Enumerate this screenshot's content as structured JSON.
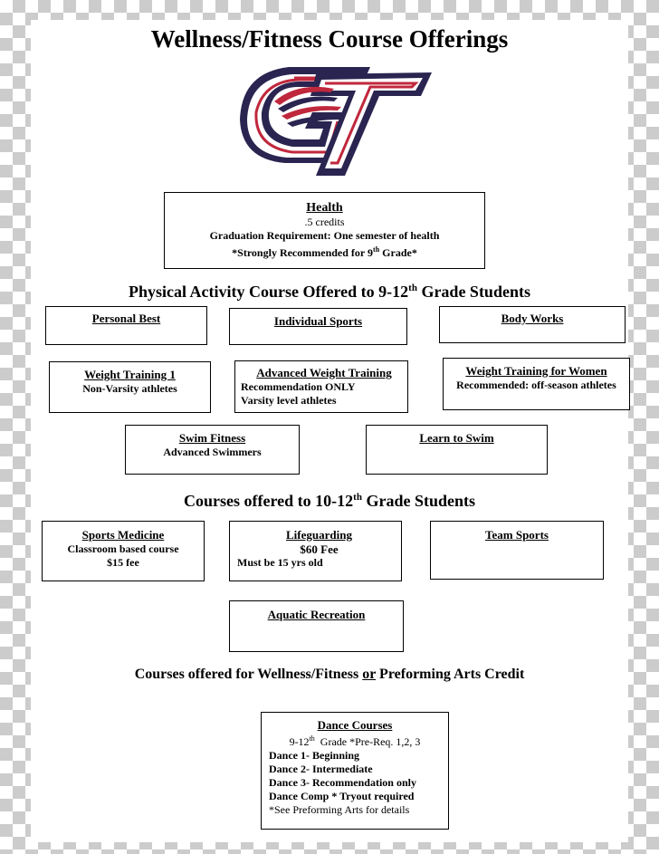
{
  "title": "Wellness/Fitness Course Offerings",
  "health": {
    "name": "Health",
    "credits": ".5 credits",
    "requirement": "Graduation Requirement: One semester of health",
    "recommend_pre": "*Strongly Recommended for 9",
    "recommend_sup": "th",
    "recommend_post": " Grade*"
  },
  "heading1": {
    "pre": "Physical Activity Course Offered to 9-12",
    "sup": "th",
    "post": " Grade Students"
  },
  "courses_9_12": {
    "personal_best": "Personal Best",
    "individual_sports": "Individual Sports",
    "body_works": "Body Works",
    "weight_training_1": "Weight Training 1",
    "weight_training_1_note": "Non-Varsity athletes",
    "advanced_weight": "Advanced Weight Training",
    "advanced_weight_note1": "Recommendation ONLY",
    "advanced_weight_note2": "Varsity level athletes",
    "weight_women": "Weight Training for Women",
    "weight_women_note": "Recommended: off-season athletes",
    "swim_fitness": "Swim Fitness",
    "swim_fitness_note": "Advanced Swimmers",
    "learn_to_swim": "Learn to Swim"
  },
  "heading2": {
    "pre": "Courses offered to 10-12",
    "sup": "th",
    "post": " Grade Students"
  },
  "courses_10_12": {
    "sports_medicine": "Sports Medicine",
    "sports_medicine_note1": "Classroom based course",
    "sports_medicine_note2": "$15 fee",
    "lifeguarding": "Lifeguarding",
    "lifeguarding_fee": "$60 Fee",
    "lifeguarding_note": "Must be 15 yrs old",
    "team_sports": "Team Sports",
    "aquatic_recreation": "Aquatic Recreation"
  },
  "heading3": {
    "pre": "Courses offered for Wellness/Fitness ",
    "u": "or",
    "post": " Preforming Arts Credit"
  },
  "dance": {
    "name": "Dance Courses",
    "grade_pre": "9-12",
    "grade_sup": "th",
    "grade_post": "  Grade *Pre-Req. 1,2, 3",
    "d1": "Dance 1- Beginning",
    "d2": "Dance 2- Intermediate",
    "d3": "Dance 3- Recommendation only",
    "comp": "Dance Comp * Tryout required",
    "see": "*See Preforming Arts for details"
  },
  "colors": {
    "logo_red": "#c0283c",
    "logo_navy": "#2a2450"
  }
}
